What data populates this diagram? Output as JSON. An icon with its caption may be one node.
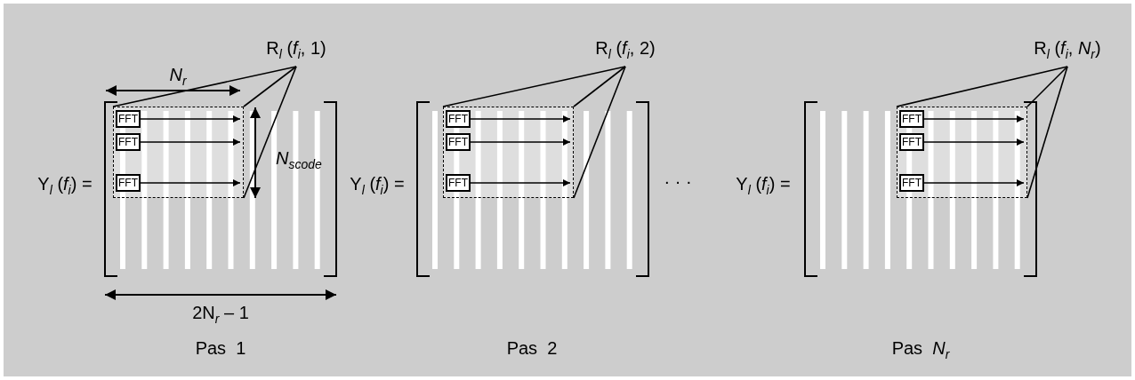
{
  "diagram": {
    "nodes": [
      {
        "text": [
          "R$_{l}$ (*f*$_{i}$, 1)"
        ]
      },
      {
        "text": [],
        "shape": "box"
      },
      {
        "text": [
          "FFT"
        ],
        "in": 1
      },
      {
        "text": [
          "FFT"
        ],
        "in": 1
      },
      {
        "text": [
          "FFT"
        ],
        "in": 1
      },
      {
        "text": [
          "R$_{l}$ (*f*$_{i}$, 2)"
        ]
      },
      {
        "text": [],
        "shape": "box"
      },
      {
        "text": [
          "FFT"
        ],
        "in": 6
      },
      {
        "text": [
          "FFT"
        ],
        "in": 6
      },
      {
        "text": [
          "FFT"
        ],
        "in": 6
      },
      {
        "text": [
          "R$_{l}$ (*f*$_{i}$, *N*$_{r}$)"
        ]
      },
      {
        "text": [],
        "shape": "box"
      },
      {
        "text": [
          "FFT"
        ],
        "in": 11
      },
      {
        "text": [
          "FFT"
        ],
        "in": 11
      },
      {
        "text": [
          "FFT"
        ],
        "in": 11
      }
    ],
    "edges": [
      {
        "from": 0,
        "to": 1,
        "arrow": "none"
      },
      {
        "from": 0,
        "to": 1,
        "arrow": "none"
      },
      {
        "from": 0,
        "to": 1,
        "arrow": "none"
      },
      {
        "from": 2,
        "to": null,
        "arrow": "to"
      },
      {
        "from": 3,
        "to": null,
        "arrow": "to"
      },
      {
        "from": 4,
        "to": null,
        "arrow": "to"
      },
      {
        "from": 5,
        "to": 6,
        "arrow": "none"
      },
      {
        "from": 5,
        "to": 6,
        "arrow": "none"
      },
      {
        "from": 5,
        "to": 6,
        "arrow": "none"
      },
      {
        "from": 7,
        "to": null,
        "arrow": "to"
      },
      {
        "from": 8,
        "to": null,
        "arrow": "to"
      },
      {
        "from": 9,
        "to": null,
        "arrow": "to"
      },
      {
        "from": 10,
        "to": 11,
        "arrow": "none"
      },
      {
        "from": 10,
        "to": 11,
        "arrow": "none"
      },
      {
        "from": 10,
        "to": 11,
        "arrow": "none"
      },
      {
        "from": 12,
        "to": null,
        "arrow": "to"
      },
      {
        "from": 13,
        "to": null,
        "arrow": "to"
      },
      {
        "from": 14,
        "to": null,
        "arrow": "to"
      }
    ],
    "labels": [
      "*N*$_{r}$",
      "*N*$_{scode}$",
      "Y$_{l}$ (*f*$_{i}$) =",
      "Y$_{l}$ (*f*$_{i}$) =",
      "· · ·",
      "Y$_{l}$ (*f*$_{i}$) =",
      "2N$_{r}$ – 1",
      "Pas  1",
      "Pas  2",
      "Pas  *N*$_{r}$"
    ]
  }
}
